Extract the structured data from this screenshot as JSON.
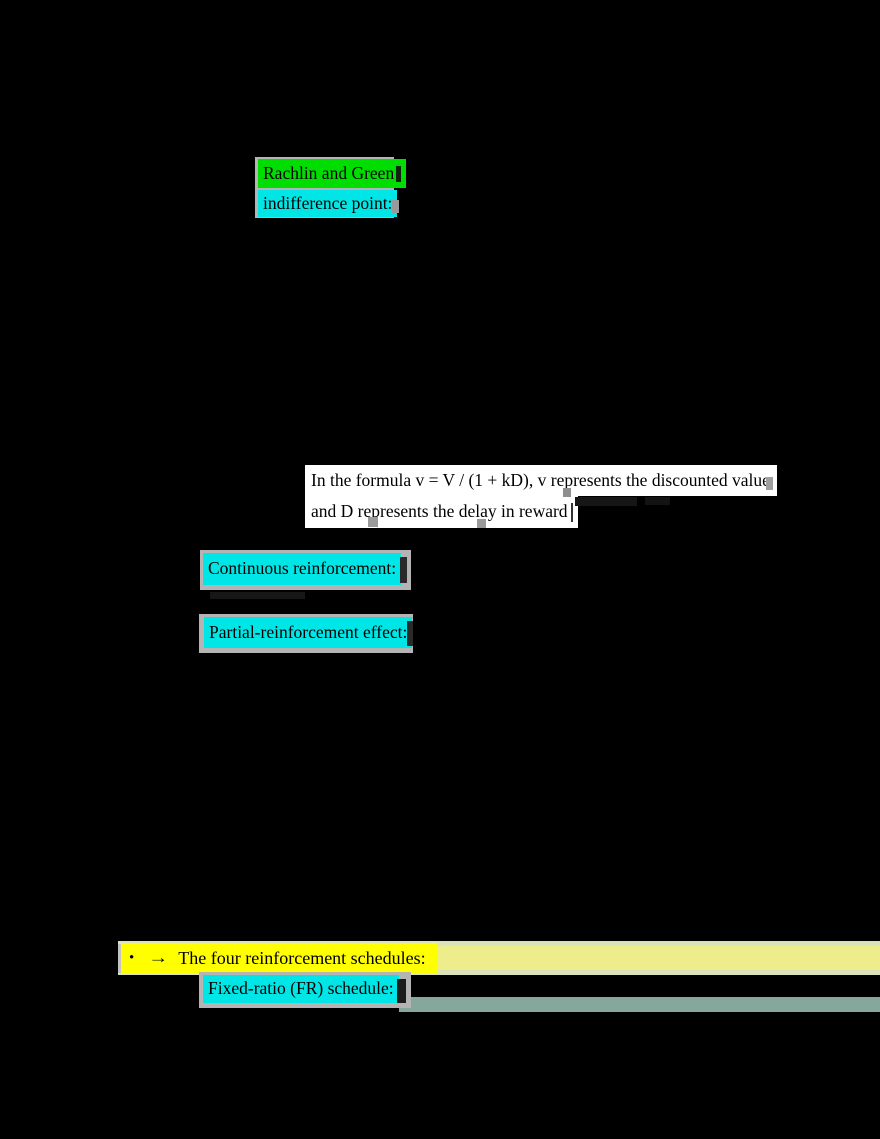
{
  "document": {
    "background_color": "#000000",
    "highlighted_runs": {
      "rachlin": "Rachlin and Green",
      "indifference": "indifference point:",
      "continuous": "Continuous reinforcement:",
      "partial": "Partial-reinforcement effect:",
      "fixed_ratio": "Fixed-ratio (FR) schedule:"
    },
    "callout": {
      "line1": "In the formula v = V / (1 + kD), v represents the discounted value",
      "line2": "and D represents the delay in reward"
    },
    "bullet_line": {
      "bullet": "•",
      "arrow": "→",
      "text": "The four reinforcement schedules:"
    },
    "colors": {
      "green_highlight": "#00dd00",
      "cyan_highlight": "#00e6e6",
      "yellow_highlight": "#ffff00",
      "pale_yellow_band": "#eeed8c",
      "pale_band_edge": "#dce3bb",
      "sage_band": "#85a79c",
      "gray_shadow": "#b4b4b4",
      "white_callout": "#ffffff",
      "text": "#000000"
    }
  }
}
